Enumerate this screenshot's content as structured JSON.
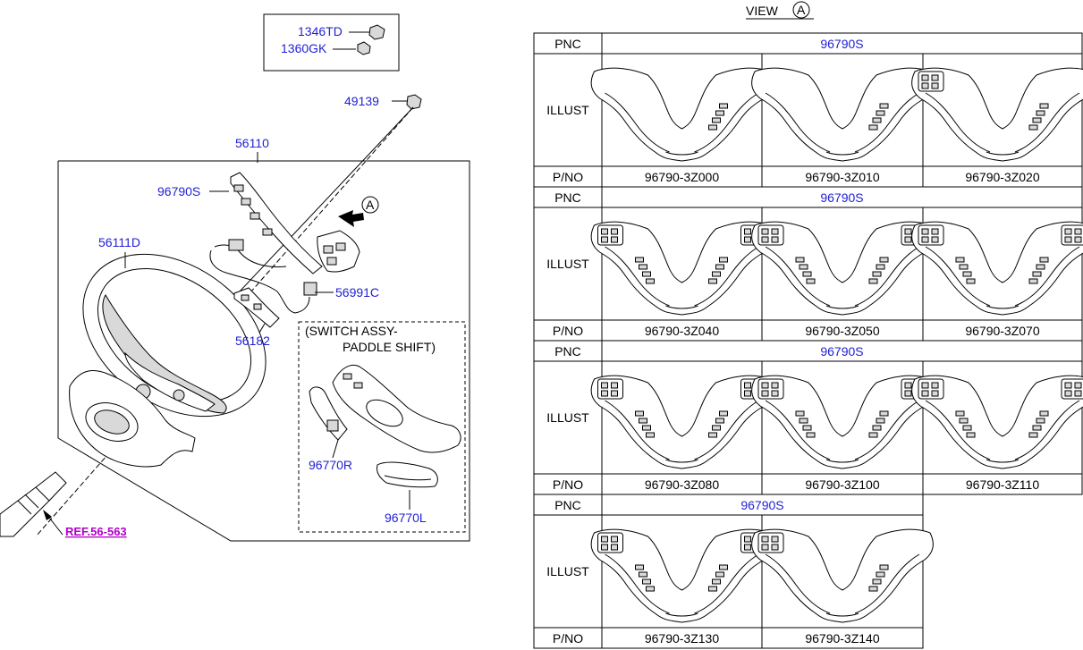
{
  "diagram": {
    "callouts": {
      "c1346TD": "1346TD",
      "c1360GK": "1360GK",
      "c49139": "49139",
      "c56110": "56110",
      "c96790S": "96790S",
      "c56111D": "56111D",
      "c56991C": "56991C",
      "c56182": "56182",
      "c96770R": "96770R",
      "c96770L": "96770L",
      "ref": "REF.56-563",
      "arrowA": "A"
    },
    "inset": {
      "line1": "(SWITCH ASSY-",
      "line2": "PADDLE SHIFT)"
    }
  },
  "view": {
    "label": "VIEW",
    "circle": "A"
  },
  "table": {
    "pnc_label": "PNC",
    "illust_label": "ILLUST",
    "pno_label": "P/NO",
    "groups": [
      {
        "pnc": "96790S",
        "parts": [
          "96790-3Z000",
          "96790-3Z010",
          "96790-3Z020"
        ]
      },
      {
        "pnc": "96790S",
        "parts": [
          "96790-3Z040",
          "96790-3Z050",
          "96790-3Z070"
        ]
      },
      {
        "pnc": "96790S",
        "parts": [
          "96790-3Z080",
          "96790-3Z100",
          "96790-3Z110"
        ]
      },
      {
        "pnc": "96790S",
        "parts": [
          "96790-3Z130",
          "96790-3Z140"
        ]
      }
    ]
  }
}
